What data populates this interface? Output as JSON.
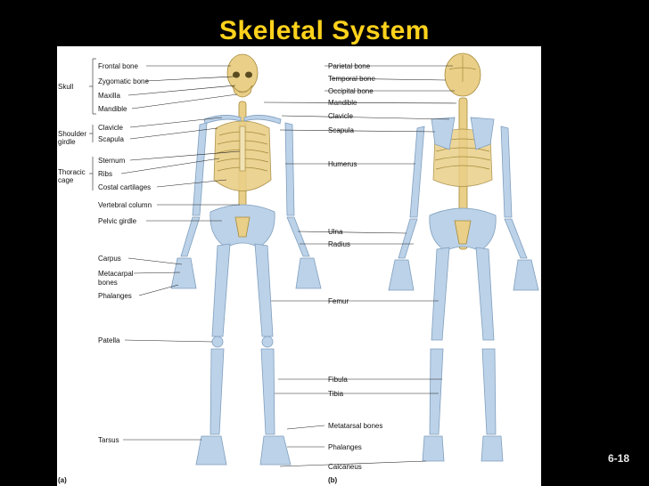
{
  "title": "Skeletal System",
  "slide_number": "6-18",
  "panel_a": {
    "letter": "(a)",
    "groups": {
      "skull": "Skull",
      "shoulder": "Shoulder\ngirdle",
      "thoracic": "Thoracic\ncage"
    },
    "labels": [
      "Frontal bone",
      "Zygomatic bone",
      "Maxilla",
      "Mandible",
      "Clavicle",
      "Scapula",
      "Sternum",
      "Ribs",
      "Costal cartilages",
      "Vertebral column",
      "Pelvic girdle",
      "Carpus",
      "Metacarpal\nbones",
      "Phalanges",
      "Patella",
      "Tarsus"
    ]
  },
  "panel_b": {
    "letter": "(b)",
    "labels": [
      "Parietal bone",
      "Temporal bone",
      "Occipital bone",
      "Mandible",
      "Clavicle",
      "Scapula",
      "Humerus",
      "Ulna",
      "Radius",
      "Femur",
      "Fibula",
      "Tibia",
      "Metatarsal bones",
      "Phalanges",
      "Calcaneus"
    ]
  },
  "colors": {
    "title": "#ffd21c",
    "background": "#000000",
    "axial_bone": "#e9cf88",
    "appendicular_bone": "#bcd2e8"
  }
}
